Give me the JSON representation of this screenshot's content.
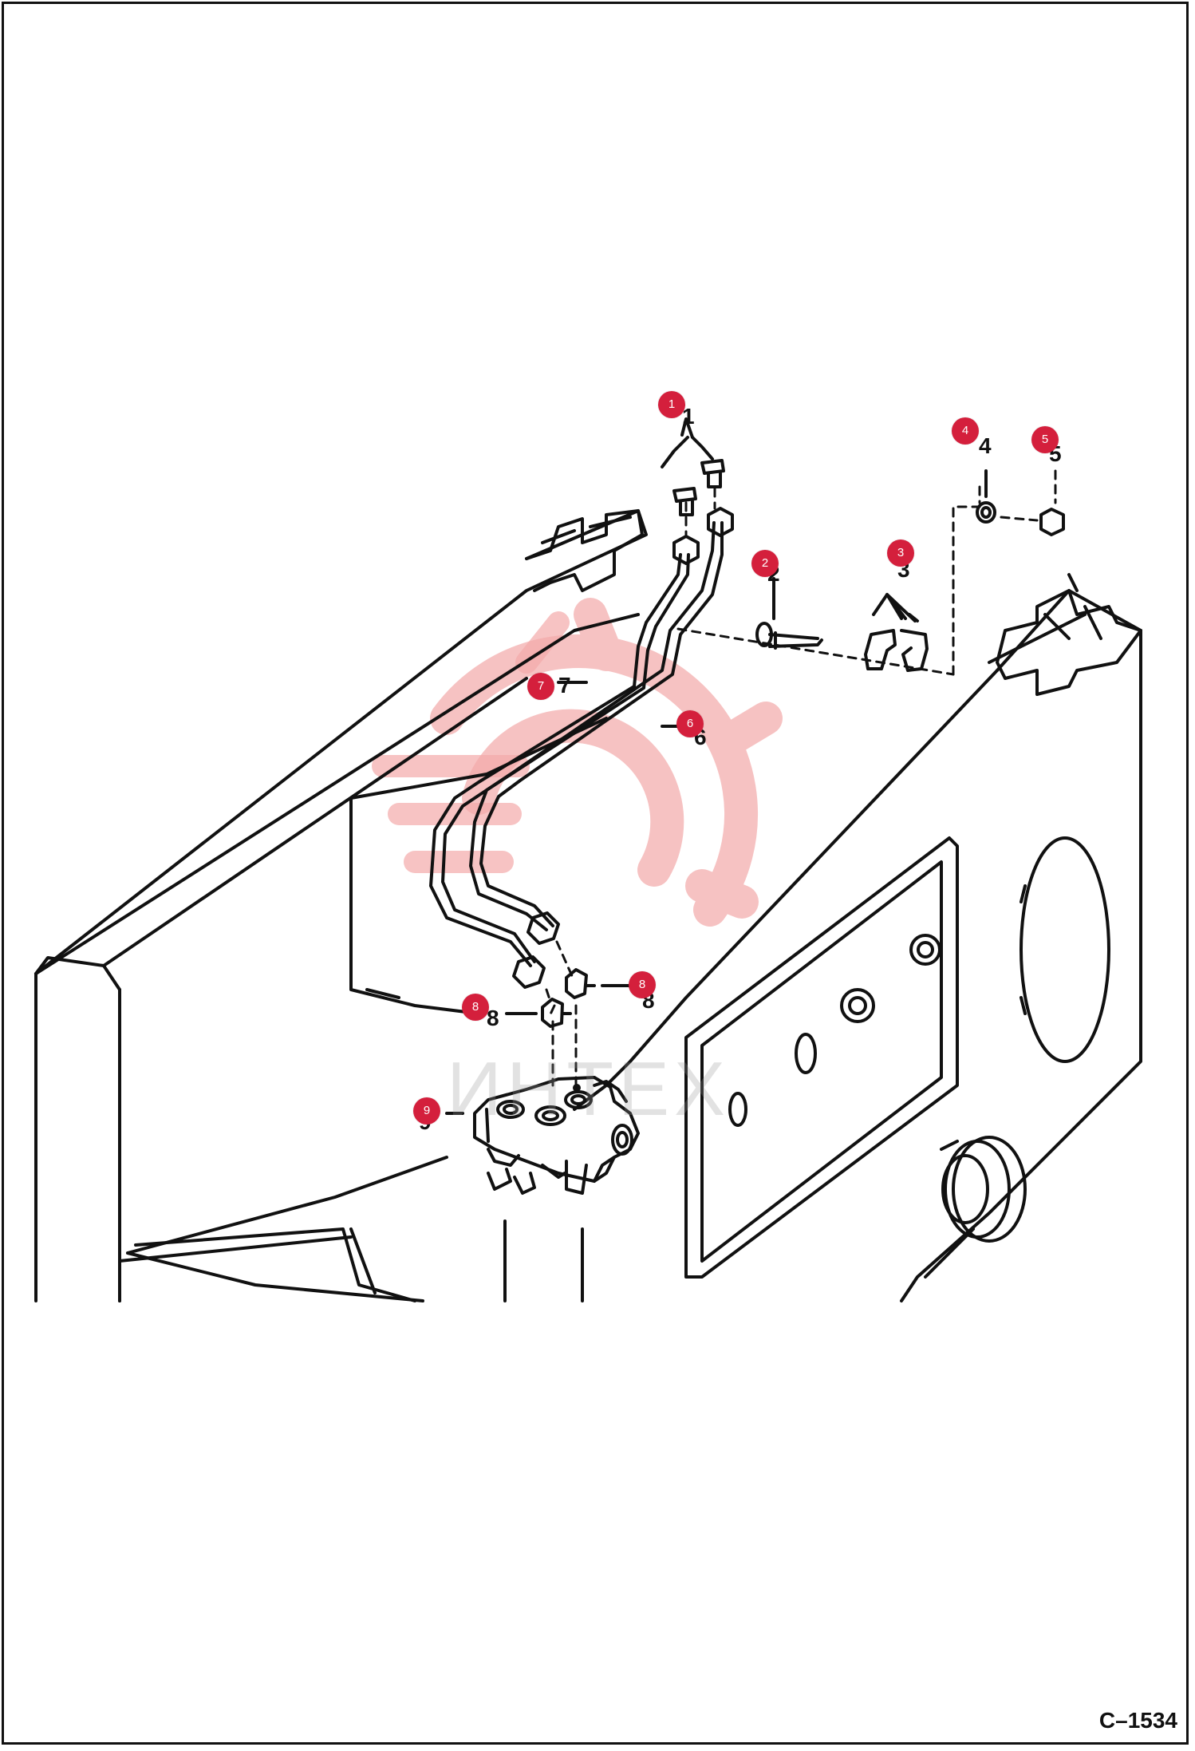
{
  "diagram": {
    "figure_code": "C–1534",
    "watermark_text": "ИНТЕХ",
    "callout_color": "#d41f3c",
    "watermark_color": "#f3a9a9"
  },
  "part_digits": [
    "1",
    "2",
    "3",
    "4",
    "5",
    "6",
    "7",
    "8",
    "8",
    "9"
  ],
  "callouts": [
    {
      "label": "1"
    },
    {
      "label": "2"
    },
    {
      "label": "3"
    },
    {
      "label": "4"
    },
    {
      "label": "5"
    },
    {
      "label": "6"
    },
    {
      "label": "7"
    },
    {
      "label": "8"
    },
    {
      "label": "8"
    },
    {
      "label": "9"
    }
  ]
}
